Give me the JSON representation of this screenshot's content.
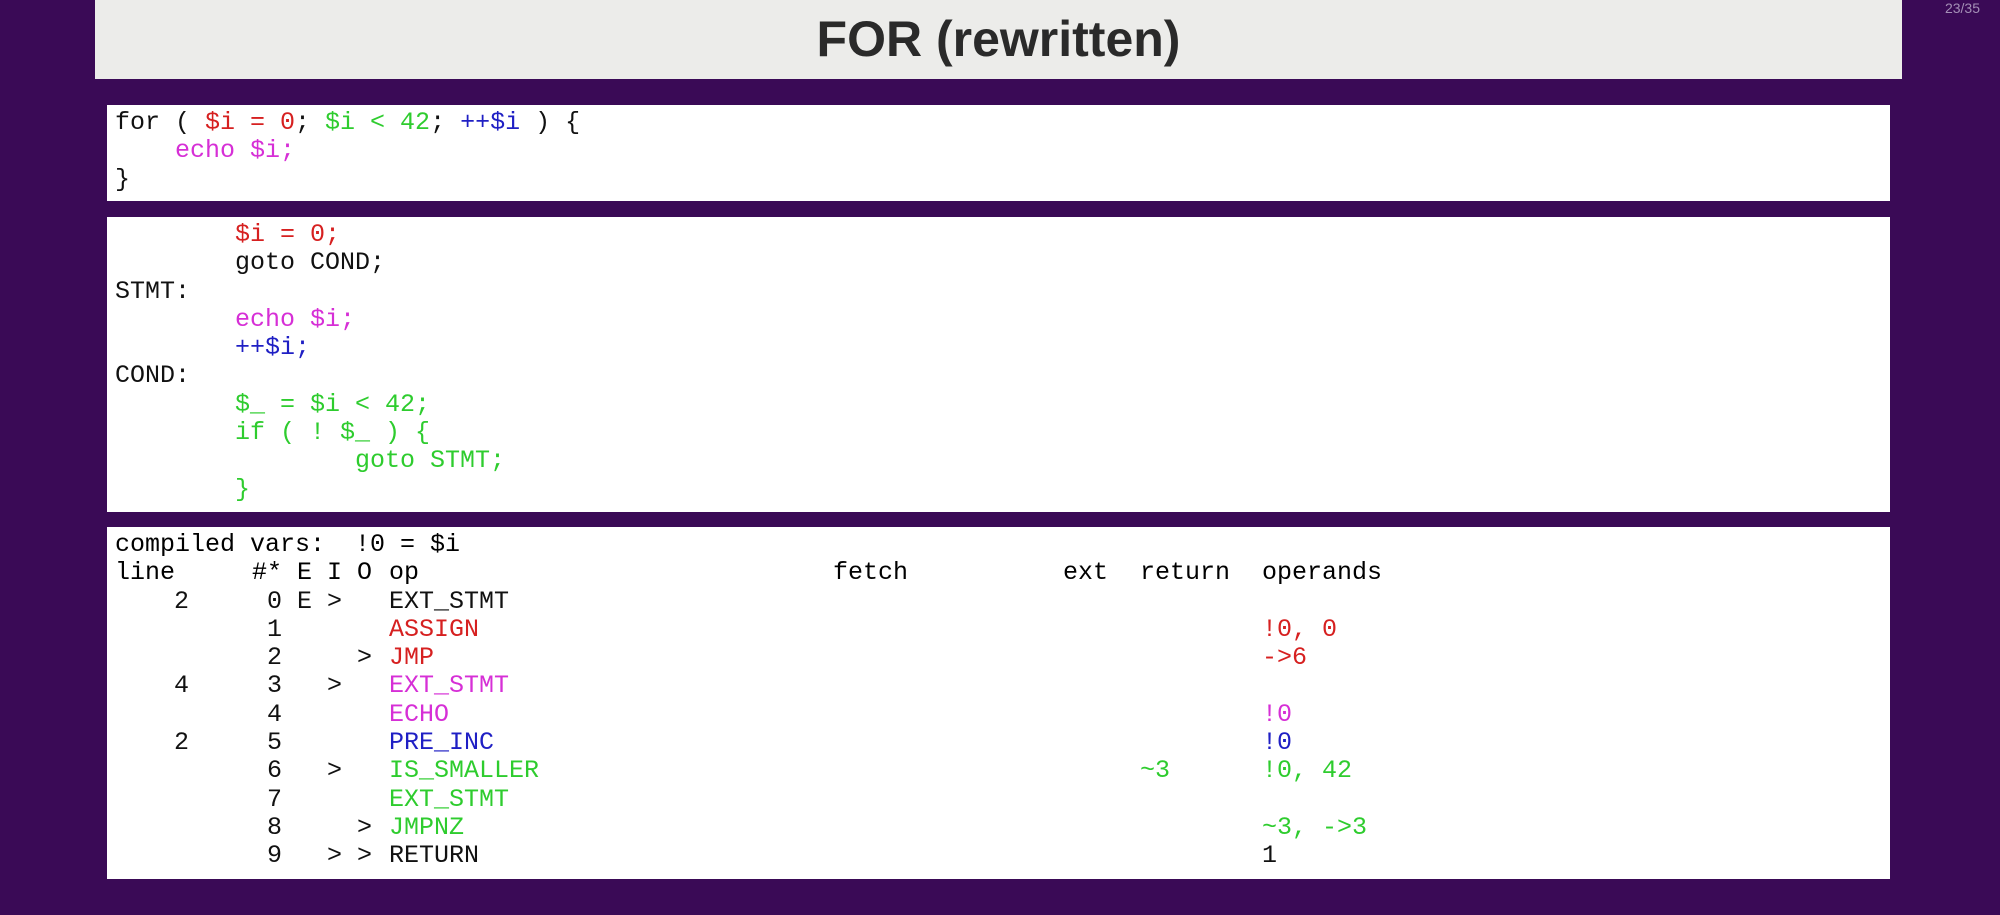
{
  "slide": {
    "title": "FOR (rewritten)",
    "counter": "23/35"
  },
  "source_code": {
    "line1": {
      "kw": "for ( ",
      "init": "$i = 0",
      "sep1": "; ",
      "cond": "$i < 42",
      "sep2": "; ",
      "step": "++$i",
      "end": " ) {"
    },
    "line2": "    echo $i;",
    "line3": "}"
  },
  "rewritten_code": {
    "lines": [
      {
        "text": "        $i = 0;",
        "color": "red"
      },
      {
        "text": "        goto COND;",
        "color": "black"
      },
      {
        "text": "STMT:",
        "color": "black"
      },
      {
        "text": "        echo $i;",
        "color": "magenta"
      },
      {
        "text": "        ++$i;",
        "color": "blue"
      },
      {
        "text": "COND:",
        "color": "black"
      },
      {
        "text": "        $_ = $i < 42;",
        "color": "green"
      },
      {
        "text": "        if ( ! $_ ) {",
        "color": "green"
      },
      {
        "text": "                goto STMT;",
        "color": "green"
      },
      {
        "text": "        }",
        "color": "green"
      }
    ]
  },
  "opcodes": {
    "compiled_vars": "compiled vars:  !0 = $i",
    "headers": {
      "line": "line",
      "num": "#*",
      "e": "E",
      "i": "I",
      "o": "O",
      "op": "op",
      "fetch": "fetch",
      "ext": "ext",
      "return": "return",
      "operands": "operands"
    },
    "rows": [
      {
        "line": "2",
        "num": "0",
        "e": "E",
        "i": ">",
        "o": "",
        "op": "EXT_STMT",
        "ret": "",
        "operands": "",
        "color": "black"
      },
      {
        "line": "",
        "num": "1",
        "e": "",
        "i": "",
        "o": "",
        "op": "ASSIGN",
        "ret": "",
        "operands": "!0, 0",
        "color": "red"
      },
      {
        "line": "",
        "num": "2",
        "e": "",
        "i": "",
        "o": ">",
        "op": "JMP",
        "ret": "",
        "operands": "->6",
        "color": "red"
      },
      {
        "line": "4",
        "num": "3",
        "e": "",
        "i": ">",
        "o": "",
        "op": "EXT_STMT",
        "ret": "",
        "operands": "",
        "color": "magenta"
      },
      {
        "line": "",
        "num": "4",
        "e": "",
        "i": "",
        "o": "",
        "op": "ECHO",
        "ret": "",
        "operands": "!0",
        "color": "magenta"
      },
      {
        "line": "2",
        "num": "5",
        "e": "",
        "i": "",
        "o": "",
        "op": "PRE_INC",
        "ret": "",
        "operands": "!0",
        "color": "blue"
      },
      {
        "line": "",
        "num": "6",
        "e": "",
        "i": ">",
        "o": "",
        "op": "IS_SMALLER",
        "ret": "~3",
        "operands": "!0, 42",
        "color": "green"
      },
      {
        "line": "",
        "num": "7",
        "e": "",
        "i": "",
        "o": "",
        "op": "EXT_STMT",
        "ret": "",
        "operands": "",
        "color": "green"
      },
      {
        "line": "",
        "num": "8",
        "e": "",
        "i": "",
        "o": ">",
        "op": "JMPNZ",
        "ret": "",
        "operands": "~3, ->3",
        "color": "green"
      },
      {
        "line": "",
        "num": "9",
        "e": "",
        "i": ">",
        "o": ">",
        "op": "RETURN",
        "ret": "",
        "operands": "1",
        "color": "black"
      }
    ]
  }
}
